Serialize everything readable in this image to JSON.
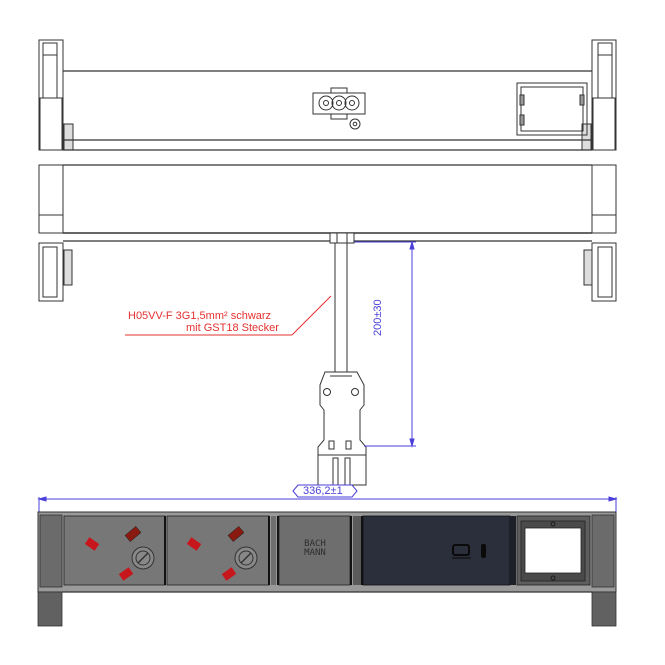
{
  "drawing": {
    "views": [
      {
        "name": "top-view",
        "description": "Rear/top view of desk power module with GST18 connector and mounting frame"
      },
      {
        "name": "side-view",
        "description": "Side view with cable drop"
      },
      {
        "name": "front-view",
        "description": "Front view showing socket modules"
      }
    ],
    "cable_label": {
      "line1": "H05VV-F 3G1,5mm² schwarz",
      "line2": "mit GST18 Stecker"
    },
    "dimensions": {
      "cable_length": "200±30",
      "overall_width": "336,2±1"
    },
    "front_modules": [
      {
        "type": "power-socket",
        "label": "socket-1"
      },
      {
        "type": "power-socket",
        "label": "socket-2"
      },
      {
        "type": "blank-plate",
        "logo_line1": "BACH",
        "logo_line2": "MANN"
      },
      {
        "type": "usb-charger",
        "label": "usb-module"
      },
      {
        "type": "empty-frame",
        "label": "mounting-frame"
      }
    ],
    "colors": {
      "annotation_red": "#e5312f",
      "dimension_blue": "#4a3fd8",
      "housing_gray": "#6b6b6b",
      "panel_gray": "#7a7a7a",
      "usb_panel_dark": "#2b2e3b",
      "socket_red": "#c8161d"
    }
  }
}
